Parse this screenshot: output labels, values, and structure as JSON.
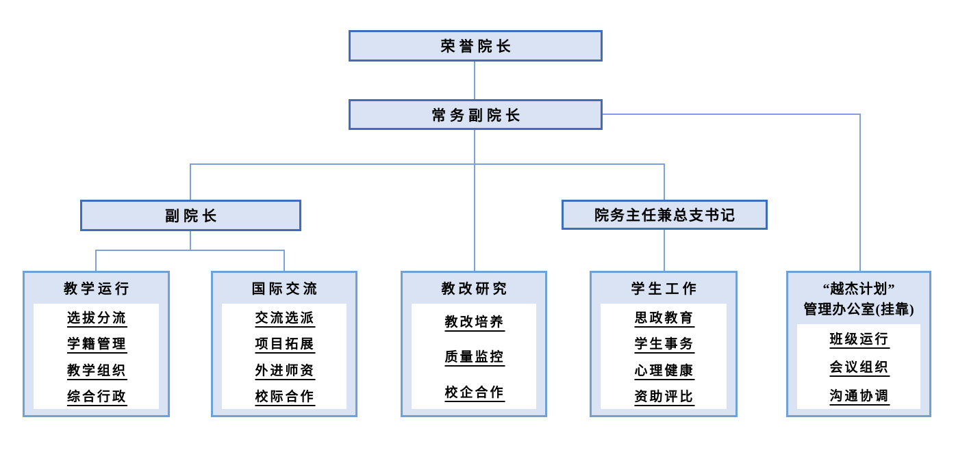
{
  "colors": {
    "node_fill": "#dae3f3",
    "node_border_strong": "#3f6cbd",
    "dept_border_light": "#6fa0d8",
    "connector": "#7e9fd8",
    "inner_panel": "#ffffff",
    "text": "#000000"
  },
  "org": {
    "honorary_dean": "荣誉院长",
    "executive_vice_dean": "常务副院长",
    "vice_dean": "副院长",
    "office_director": "院务主任兼总支书记",
    "departments": [
      {
        "title": "教学运行",
        "items": [
          "选拔分流",
          "学籍管理",
          "教学组织",
          "综合行政"
        ]
      },
      {
        "title": "国际交流",
        "items": [
          "交流选派",
          "项目拓展",
          "外进师资",
          "校际合作"
        ]
      },
      {
        "title": "教改研究",
        "items": [
          "教改培养",
          "质量监控",
          "校企合作"
        ]
      },
      {
        "title": "学生工作",
        "items": [
          "思政教育",
          "学生事务",
          "心理健康",
          "资助评比"
        ]
      },
      {
        "title_lines": [
          "“越杰计划”",
          "管理办公室(挂靠)"
        ],
        "items": [
          "班级运行",
          "会议组织",
          "沟通协调"
        ]
      }
    ]
  }
}
